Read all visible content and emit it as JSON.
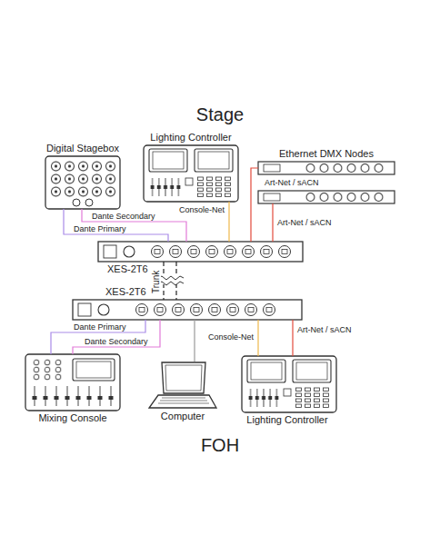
{
  "diagram": {
    "nodes": [
      {
        "text": [
          "Digital Stagebox"
        ]
      },
      {
        "text": [
          "Lighting Controller"
        ]
      },
      {
        "text": [
          "Ethernet DMX Nodes"
        ]
      },
      {
        "text": [
          "XES-2T6"
        ]
      },
      {
        "text": [
          "XES-2T6"
        ]
      },
      {
        "text": [
          "Mixing Console"
        ]
      },
      {
        "text": [
          "Computer"
        ]
      },
      {
        "text": [
          "Lighting Controller"
        ]
      }
    ],
    "edges": [
      {
        "from": 0,
        "to": 3,
        "label": "Dante Secondary",
        "arrow": "none"
      },
      {
        "from": 0,
        "to": 3,
        "label": "Dante Primary",
        "arrow": "none"
      },
      {
        "from": 1,
        "to": 3,
        "label": "Console-Net",
        "arrow": "none"
      },
      {
        "from": 2,
        "to": 3,
        "label": "Art-Net / sACN",
        "arrow": "none"
      },
      {
        "from": 2,
        "to": 3,
        "label": "Art-Net / sACN",
        "arrow": "none"
      },
      {
        "from": 3,
        "to": 4,
        "label": "Trunk",
        "arrow": "none"
      },
      {
        "from": 3,
        "to": 4,
        "arrow": "none"
      },
      {
        "from": 4,
        "to": 5,
        "label": "Dante Primary",
        "arrow": "none"
      },
      {
        "from": 4,
        "to": 5,
        "label": "Dante Secondary",
        "arrow": "none"
      },
      {
        "from": 4,
        "to": 6,
        "arrow": "none"
      },
      {
        "from": 4,
        "to": 7,
        "label": "Console-Net",
        "arrow": "none"
      },
      {
        "from": 4,
        "to": 7,
        "label": "Art-Net / sACN",
        "arrow": "none"
      }
    ],
    "labels": [
      "Stage",
      "FOH"
    ]
  }
}
